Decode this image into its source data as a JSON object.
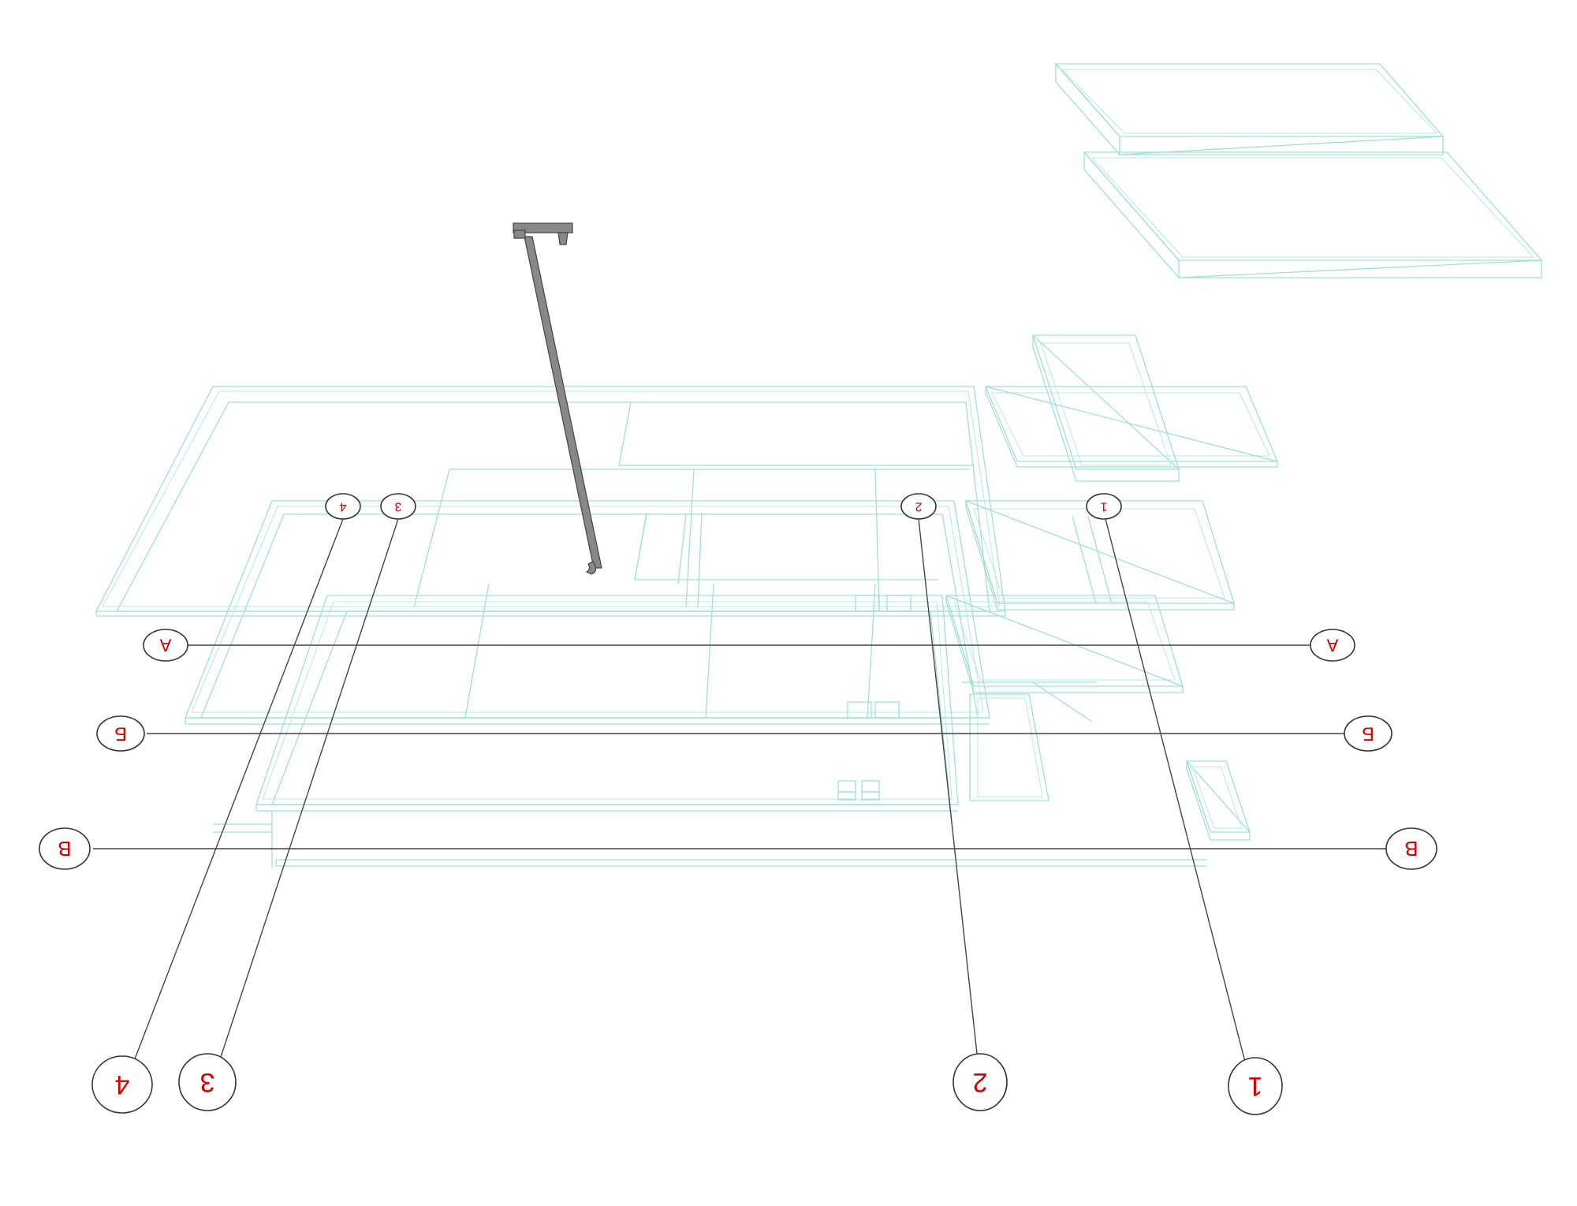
{
  "colors": {
    "wireframe": "#9fe0d3",
    "grid_line": "#444444",
    "label_text": "#d40000",
    "background": "#ffffff"
  },
  "grid": {
    "row_labels": [
      "A",
      "Б",
      "В"
    ],
    "column_labels": [
      "1",
      "2",
      "3",
      "4"
    ]
  },
  "bubbles": {
    "A_left": "A",
    "A_right": "A",
    "B_left": "Б",
    "B_right": "Б",
    "V_left": "В",
    "V_right": "В",
    "top_1": "1",
    "top_2": "2",
    "top_3": "3",
    "top_4": "4",
    "bottom_1": "1",
    "bottom_2": "2",
    "bottom_3": "3",
    "bottom_4": "4"
  }
}
